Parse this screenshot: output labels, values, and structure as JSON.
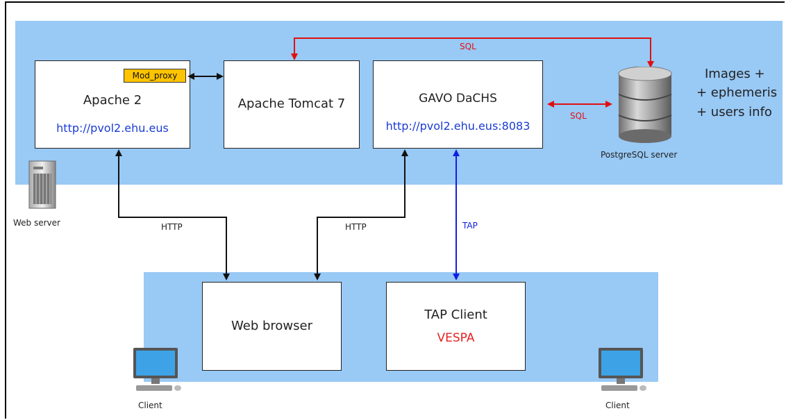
{
  "colors": {
    "band": "#99c9f5",
    "sql": "#e01010",
    "tap": "#1020e0",
    "http": "#111111",
    "url_text": "#1a3bd6",
    "vespa": "#e32222"
  },
  "servers_band": {
    "apache": {
      "title": "Apache 2",
      "url": "http://pvol2.ehu.eus",
      "module": "Mod_proxy"
    },
    "tomcat": {
      "title": "Apache Tomcat 7"
    },
    "dachs": {
      "title": "GAVO DaCHS",
      "url": "http://pvol2.ehu.eus:8083"
    },
    "database": {
      "label": "PostgreSQL server",
      "contents": [
        "Images +",
        "+ ephemeris",
        "+ users info"
      ]
    },
    "web_server_label": "Web server"
  },
  "clients_band": {
    "web_browser": {
      "title": "Web browser"
    },
    "tap_client": {
      "title": "TAP Client",
      "subtitle": "VESPA"
    },
    "client_left_label": "Client",
    "client_right_label": "Client"
  },
  "connections": {
    "sql_top": "SQL",
    "sql_side": "SQL",
    "http_left": "HTTP",
    "http_right": "HTTP",
    "tap": "TAP"
  },
  "icons": [
    "server-tower-icon",
    "database-icon",
    "desktop-computer-icon"
  ]
}
